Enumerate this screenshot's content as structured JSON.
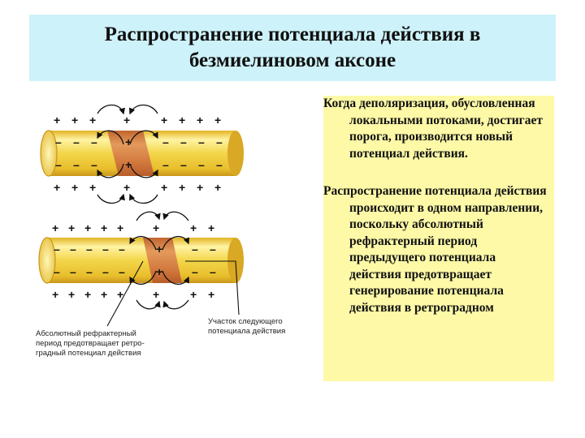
{
  "title": {
    "line1": "Распространение потенциала действия в",
    "line2": "безмиелиновом аксоне"
  },
  "paragraphs": [
    "Когда деполяризация, обусловленная локальными потоками, достигает порога, производится новый потенциал действия.",
    "Распространение потенциала действия происходит в одном направлении, поскольку абсолютный рефрактерный период предыдущего потенциала действия предотвращает генерирование потенциала действия в ретроградном"
  ],
  "diagram": {
    "signs": {
      "plus": "+",
      "minus": "–"
    },
    "label_left": [
      "Абсолютный рефрактерный",
      "период предотвращает ретро-",
      "градный потенциал действия"
    ],
    "label_right": [
      "Участок следующего",
      "потенциала действия"
    ]
  },
  "colors": {
    "title_bg": "#cdf2fa",
    "text_bg": "#fdf9a7",
    "axon_fill": "#f3d64a",
    "active_band": "#d2793e"
  }
}
